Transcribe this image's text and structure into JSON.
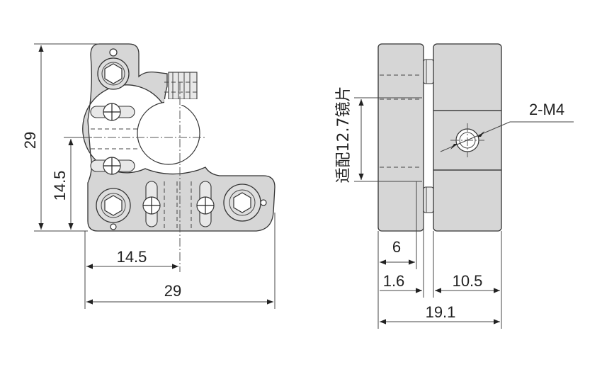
{
  "dimensions": {
    "front_height": "29",
    "front_center_height": "14.5",
    "front_center_width": "14.5",
    "front_width": "29",
    "side_left_width": "6",
    "side_gap": "1.6",
    "side_right_width": "10.5",
    "side_total_width": "19.1"
  },
  "labels": {
    "thread_callout": "2-M4",
    "mirror_fit": "适配12.7镜片"
  },
  "colors": {
    "body_fill": "#d6d6d6",
    "line": "#222222"
  }
}
